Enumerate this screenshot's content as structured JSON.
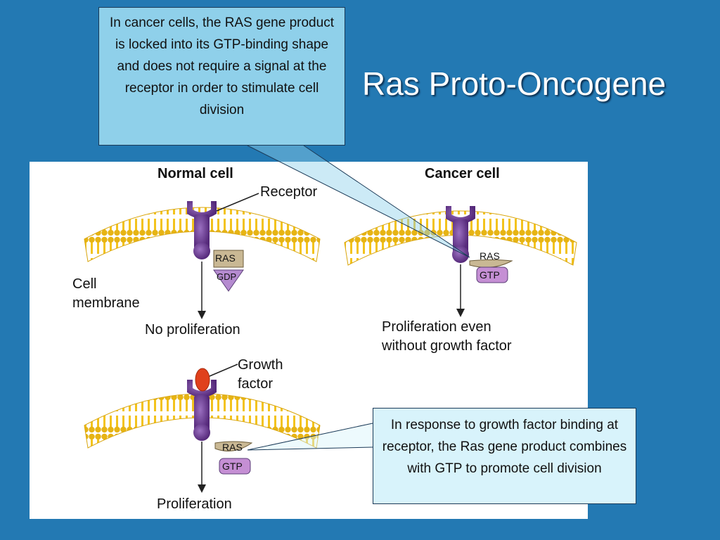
{
  "slide": {
    "title": "Ras Proto-Oncogene",
    "callout_top": "In cancer cells, the RAS gene product is locked into its GTP-binding shape and does not require a signal at the receptor in order to stimulate cell division",
    "callout_bottom": "In response to growth factor binding at receptor, the Ras gene product combines with GTP to promote cell division"
  },
  "diagram": {
    "normal_cell_heading": "Normal cell",
    "cancer_cell_heading": "Cancer cell",
    "receptor_label": "Receptor",
    "cell_membrane_label_1": "Cell",
    "cell_membrane_label_2": "membrane",
    "no_proliferation_label": "No proliferation",
    "proliferation_even_label_1": "Proliferation even",
    "proliferation_even_label_2": "without growth factor",
    "growth_factor_label_1": "Growth",
    "growth_factor_label_2": "factor",
    "proliferation_label": "Proliferation",
    "ras_label_1": "RAS",
    "gdp_label": "GDP",
    "ras_label_2": "RAS",
    "gtp_label_2": "GTP",
    "ras_label_3": "RAS",
    "gtp_label_3": "GTP"
  },
  "colors": {
    "background": "#2379b3",
    "callout_top_fill": "#8fd0ea",
    "callout_bottom_fill": "#d8f3fb",
    "receptor": "#6b3d8f",
    "membrane": "#f3c31c",
    "growth_factor": "#e0401c"
  }
}
